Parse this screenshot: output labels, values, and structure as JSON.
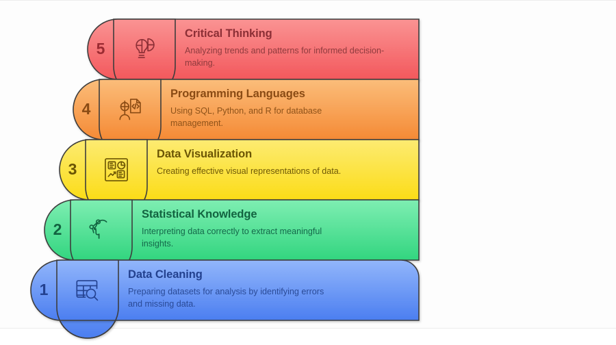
{
  "infographic": {
    "title_order": "descending",
    "background_color": "#fdfdfd",
    "rows": [
      {
        "number": "5",
        "title": "Critical Thinking",
        "description": "Analyzing trends and patterns for informed decision-making.",
        "icon": "lightbulb-pie-chart-icon",
        "color_top": "#fa9393",
        "color_bottom": "#f3585c",
        "title_color": "#8c2f36",
        "desc_color": "#8e3a3d",
        "number_color": "#9c2b32",
        "stroke_color": "#3d3d3d"
      },
      {
        "number": "4",
        "title": "Programming Languages",
        "description": "Using SQL, Python, and R for database management.",
        "icon": "developer-code-document-icon",
        "color_top": "#fbbd7a",
        "color_bottom": "#f58a35",
        "title_color": "#8a4b14",
        "desc_color": "#8e5219",
        "number_color": "#8a4b14",
        "stroke_color": "#3d3d3d"
      },
      {
        "number": "3",
        "title": "Data Visualization",
        "description": "Creating effective visual representations of data.",
        "icon": "dashboard-charts-icon",
        "color_top": "#fdeb72",
        "color_bottom": "#fbdc17",
        "title_color": "#6b5504",
        "desc_color": "#6e5806",
        "number_color": "#6b5504",
        "stroke_color": "#3d3d3d"
      },
      {
        "number": "2",
        "title": "Statistical Knowledge",
        "description": "Interpreting data correctly to extract meaningful insights.",
        "icon": "head-profile-network-icon",
        "color_top": "#7eeeb2",
        "color_bottom": "#32d57f",
        "title_color": "#126340",
        "desc_color": "#14684a",
        "number_color": "#126340",
        "stroke_color": "#3d3d3d"
      },
      {
        "number": "1",
        "title": "Data Cleaning",
        "description": "Preparing datasets for analysis by identifying errors and missing data.",
        "icon": "table-search-icon",
        "color_top": "#92b6fb",
        "color_bottom": "#4b7ef0",
        "title_color": "#23418f",
        "desc_color": "#2a4a96",
        "number_color": "#23418f",
        "stroke_color": "#3d3d3d"
      }
    ]
  }
}
